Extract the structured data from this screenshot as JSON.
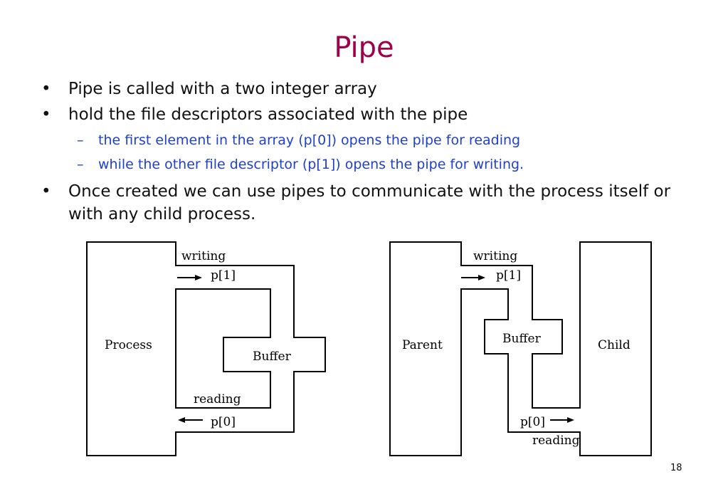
{
  "slide": {
    "title": "Pipe",
    "bullets": [
      {
        "text": "Pipe is called with a two integer array"
      },
      {
        "text": "hold the file descriptors associated with the pipe",
        "sub": [
          "the first element in the array (p[0]) opens the pipe for reading",
          "while the other file descriptor (p[1]) opens the pipe for writing."
        ]
      },
      {
        "text": "Once created we can use pipes to communicate with the process itself or with any child process."
      }
    ],
    "bullet_glyph": "•",
    "sub_glyph": "–",
    "page_number": "18"
  },
  "diagram_left": {
    "process": "Process",
    "buffer": "Buffer",
    "writing": "writing",
    "reading": "reading",
    "p1": "p[1]",
    "p0": "p[0]"
  },
  "diagram_right": {
    "parent": "Parent",
    "child": "Child",
    "buffer": "Buffer",
    "writing": "writing",
    "reading": "reading",
    "p1": "p[1]",
    "p0": "p[0]"
  },
  "colors": {
    "title": "#a0004a",
    "sub_bullet": "#1f3fcf",
    "text": "#111111"
  }
}
